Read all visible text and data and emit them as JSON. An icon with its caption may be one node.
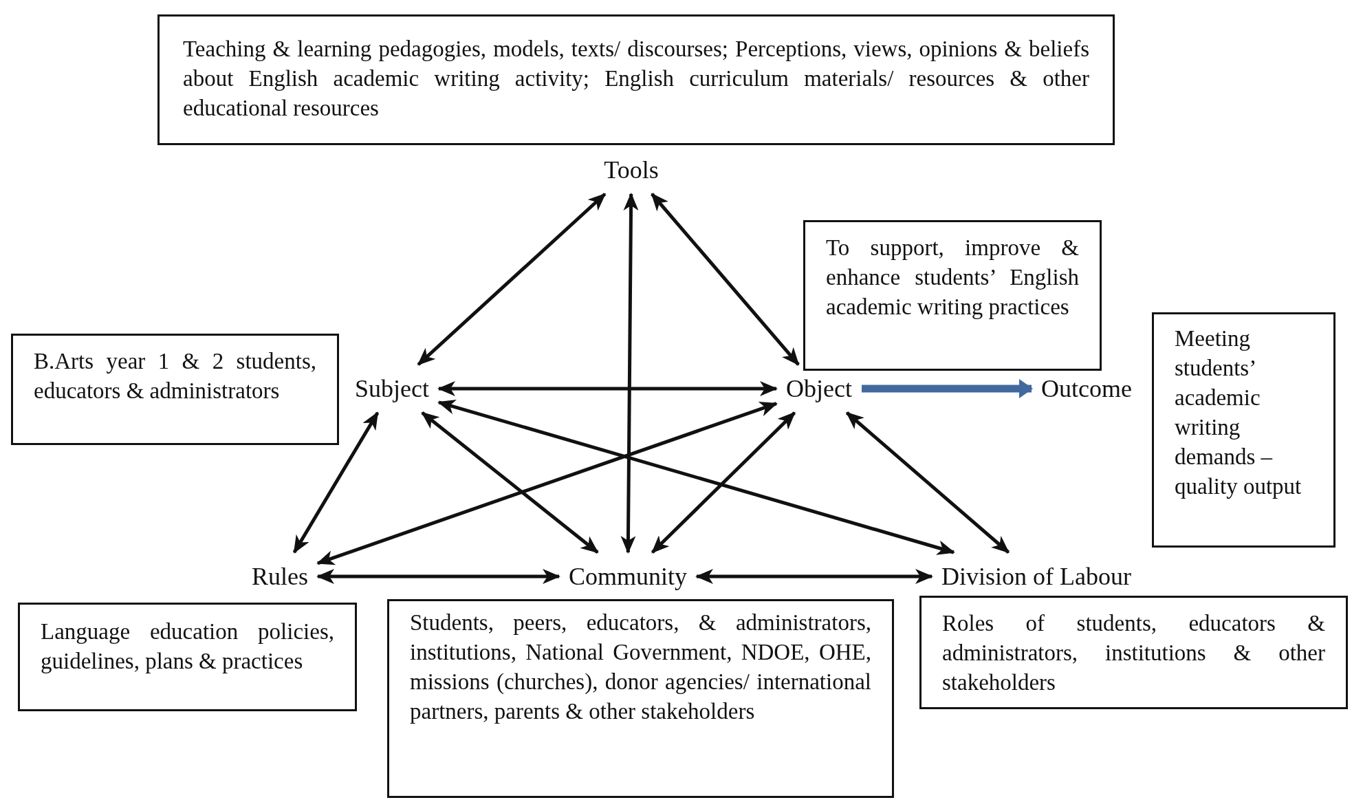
{
  "diagram": {
    "nodes": [
      {
        "text": [
          "Teaching & learning pedagogies, models, texts/ discourses; Perceptions, views, opinions & beliefs about English academic writing activity; English curriculum materials/ resources & other educational resources"
        ]
      },
      {
        "text": [
          "Tools"
        ]
      },
      {
        "text": [
          "To support, improve & enhance students’ English academic writing practices"
        ]
      },
      {
        "text": [
          "B.Arts year 1 & 2 students, educators & administrators"
        ]
      },
      {
        "text": [
          "Subject"
        ]
      },
      {
        "text": [
          "Object"
        ]
      },
      {
        "text": [
          "Outcome"
        ]
      },
      {
        "text": [
          "Meeting students’ academic writing demands – quality output"
        ]
      },
      {
        "text": [
          "Rules"
        ]
      },
      {
        "text": [
          "Community"
        ]
      },
      {
        "text": [
          "Division of Labour"
        ]
      },
      {
        "text": [
          "Language education policies, guidelines, plans & practices"
        ]
      },
      {
        "text": [
          "Students, peers, educators, & administrators, institutions, National Government, NDOE, OHE, missions (churches), donor agencies/ international partners, parents & other stakeholders"
        ]
      },
      {
        "text": [
          "Roles of students, educators & administrators, institutions & other stakeholders"
        ]
      }
    ],
    "edges": [
      {
        "from": 1,
        "to": 4,
        "arrow": "both"
      },
      {
        "from": 1,
        "to": 9,
        "arrow": "both"
      },
      {
        "from": 1,
        "to": 5,
        "arrow": "both"
      },
      {
        "from": 4,
        "to": 5,
        "arrow": "both"
      },
      {
        "from": 5,
        "to": 6,
        "arrow": "to",
        "style": "thick",
        "color": "#41699e"
      },
      {
        "from": 4,
        "to": 8,
        "arrow": "both"
      },
      {
        "from": 4,
        "to": 9,
        "arrow": "both"
      },
      {
        "from": 4,
        "to": 10,
        "arrow": "both"
      },
      {
        "from": 5,
        "to": 8,
        "arrow": "both"
      },
      {
        "from": 5,
        "to": 9,
        "arrow": "both"
      },
      {
        "from": 5,
        "to": 10,
        "arrow": "both"
      },
      {
        "from": 8,
        "to": 9,
        "arrow": "both"
      },
      {
        "from": 9,
        "to": 10,
        "arrow": "both"
      }
    ]
  }
}
